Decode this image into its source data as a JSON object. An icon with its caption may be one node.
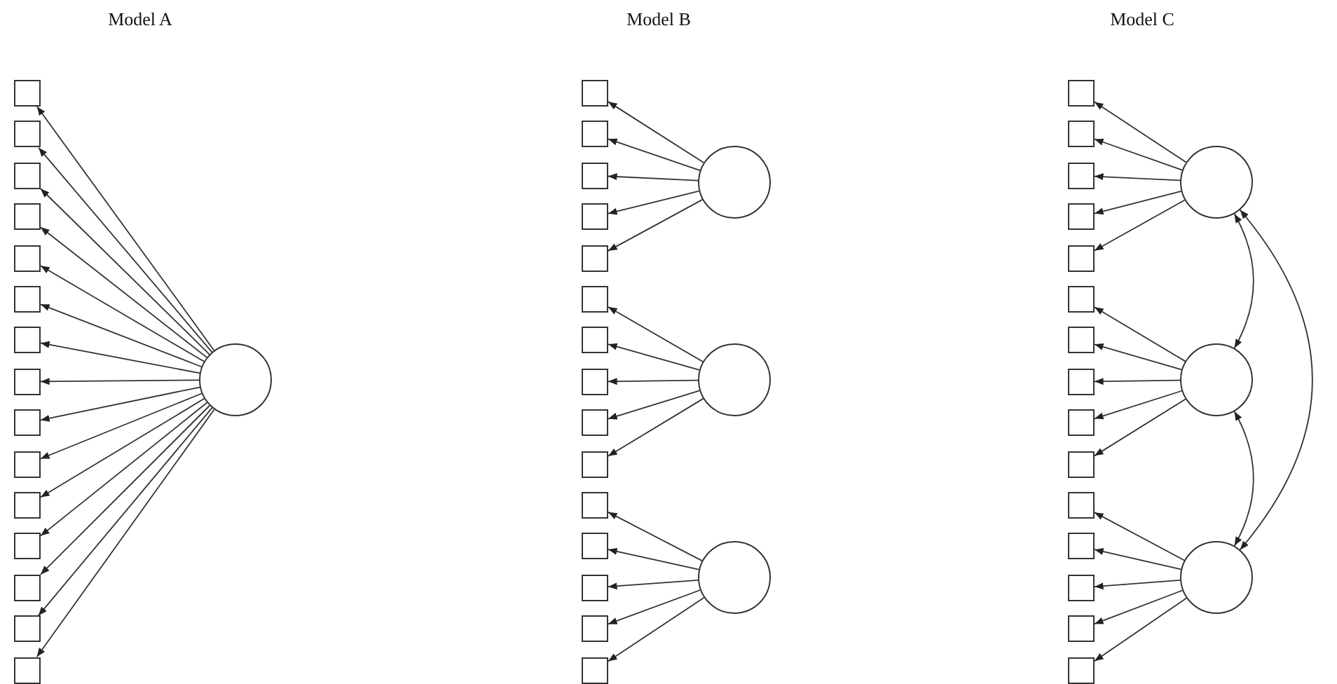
{
  "diagram": {
    "nodes": [
      {
        "text": [],
        "shape": "box"
      },
      {
        "text": [],
        "shape": "box"
      },
      {
        "text": [],
        "shape": "box"
      },
      {
        "text": [],
        "shape": "box"
      },
      {
        "text": [],
        "shape": "box"
      },
      {
        "text": [],
        "shape": "box"
      },
      {
        "text": [],
        "shape": "box"
      },
      {
        "text": [],
        "shape": "box"
      },
      {
        "text": [],
        "shape": "box"
      },
      {
        "text": [],
        "shape": "box"
      },
      {
        "text": [],
        "shape": "box"
      },
      {
        "text": [],
        "shape": "box"
      },
      {
        "text": [],
        "shape": "box"
      },
      {
        "text": [],
        "shape": "box"
      },
      {
        "text": [],
        "shape": "box"
      },
      {
        "text": [],
        "shape": "circle"
      },
      {
        "text": [],
        "shape": "box"
      },
      {
        "text": [],
        "shape": "box"
      },
      {
        "text": [],
        "shape": "box"
      },
      {
        "text": [],
        "shape": "box"
      },
      {
        "text": [],
        "shape": "box"
      },
      {
        "text": [],
        "shape": "box"
      },
      {
        "text": [],
        "shape": "box"
      },
      {
        "text": [],
        "shape": "box"
      },
      {
        "text": [],
        "shape": "box"
      },
      {
        "text": [],
        "shape": "box"
      },
      {
        "text": [],
        "shape": "box"
      },
      {
        "text": [],
        "shape": "box"
      },
      {
        "text": [],
        "shape": "box"
      },
      {
        "text": [],
        "shape": "box"
      },
      {
        "text": [],
        "shape": "box"
      },
      {
        "text": [],
        "shape": "circle"
      },
      {
        "text": [],
        "shape": "circle"
      },
      {
        "text": [],
        "shape": "circle"
      },
      {
        "text": [],
        "shape": "box"
      },
      {
        "text": [],
        "shape": "box"
      },
      {
        "text": [],
        "shape": "box"
      },
      {
        "text": [],
        "shape": "box"
      },
      {
        "text": [],
        "shape": "box"
      },
      {
        "text": [],
        "shape": "box"
      },
      {
        "text": [],
        "shape": "box"
      },
      {
        "text": [],
        "shape": "box"
      },
      {
        "text": [],
        "shape": "box"
      },
      {
        "text": [],
        "shape": "box"
      },
      {
        "text": [],
        "shape": "box"
      },
      {
        "text": [],
        "shape": "box"
      },
      {
        "text": [],
        "shape": "box"
      },
      {
        "text": [],
        "shape": "box"
      },
      {
        "text": [],
        "shape": "box"
      },
      {
        "text": [],
        "shape": "circle"
      },
      {
        "text": [],
        "shape": "circle"
      },
      {
        "text": [],
        "shape": "circle"
      }
    ],
    "edges": [
      {
        "from": 15,
        "to": 0,
        "arrow": "to"
      },
      {
        "from": 15,
        "to": 1,
        "arrow": "to"
      },
      {
        "from": 15,
        "to": 2,
        "arrow": "to"
      },
      {
        "from": 15,
        "to": 3,
        "arrow": "to"
      },
      {
        "from": 15,
        "to": 4,
        "arrow": "to"
      },
      {
        "from": 15,
        "to": 5,
        "arrow": "to"
      },
      {
        "from": 15,
        "to": 6,
        "arrow": "to"
      },
      {
        "from": 15,
        "to": 7,
        "arrow": "to"
      },
      {
        "from": 15,
        "to": 8,
        "arrow": "to"
      },
      {
        "from": 15,
        "to": 9,
        "arrow": "to"
      },
      {
        "from": 15,
        "to": 10,
        "arrow": "to"
      },
      {
        "from": 15,
        "to": 11,
        "arrow": "to"
      },
      {
        "from": 15,
        "to": 12,
        "arrow": "to"
      },
      {
        "from": 15,
        "to": 13,
        "arrow": "to"
      },
      {
        "from": 15,
        "to": 14,
        "arrow": "to"
      },
      {
        "from": 31,
        "to": 16,
        "arrow": "to"
      },
      {
        "from": 31,
        "to": 17,
        "arrow": "to"
      },
      {
        "from": 31,
        "to": 18,
        "arrow": "to"
      },
      {
        "from": 31,
        "to": 19,
        "arrow": "to"
      },
      {
        "from": 31,
        "to": 20,
        "arrow": "to"
      },
      {
        "from": 32,
        "to": 21,
        "arrow": "to"
      },
      {
        "from": 32,
        "to": 22,
        "arrow": "to"
      },
      {
        "from": 32,
        "to": 23,
        "arrow": "to"
      },
      {
        "from": 32,
        "to": 24,
        "arrow": "to"
      },
      {
        "from": 32,
        "to": 25,
        "arrow": "to"
      },
      {
        "from": 33,
        "to": 26,
        "arrow": "to"
      },
      {
        "from": 33,
        "to": 27,
        "arrow": "to"
      },
      {
        "from": 33,
        "to": 28,
        "arrow": "to"
      },
      {
        "from": 33,
        "to": 29,
        "arrow": "to"
      },
      {
        "from": 33,
        "to": 30,
        "arrow": "to"
      },
      {
        "from": 49,
        "to": 34,
        "arrow": "to"
      },
      {
        "from": 49,
        "to": 35,
        "arrow": "to"
      },
      {
        "from": 49,
        "to": 36,
        "arrow": "to"
      },
      {
        "from": 49,
        "to": 37,
        "arrow": "to"
      },
      {
        "from": 49,
        "to": 38,
        "arrow": "to"
      },
      {
        "from": 50,
        "to": 39,
        "arrow": "to"
      },
      {
        "from": 50,
        "to": 40,
        "arrow": "to"
      },
      {
        "from": 50,
        "to": 41,
        "arrow": "to"
      },
      {
        "from": 50,
        "to": 42,
        "arrow": "to"
      },
      {
        "from": 50,
        "to": 43,
        "arrow": "to"
      },
      {
        "from": 51,
        "to": 44,
        "arrow": "to"
      },
      {
        "from": 51,
        "to": 45,
        "arrow": "to"
      },
      {
        "from": 51,
        "to": 46,
        "arrow": "to"
      },
      {
        "from": 51,
        "to": 47,
        "arrow": "to"
      },
      {
        "from": 51,
        "to": 48,
        "arrow": "to"
      },
      {
        "from": 49,
        "to": 50,
        "arrow": "both"
      },
      {
        "from": 50,
        "to": 51,
        "arrow": "both"
      },
      {
        "from": 49,
        "to": 51,
        "arrow": "both"
      }
    ],
    "labels": [
      "Model A",
      "Model B",
      "Model C"
    ]
  }
}
